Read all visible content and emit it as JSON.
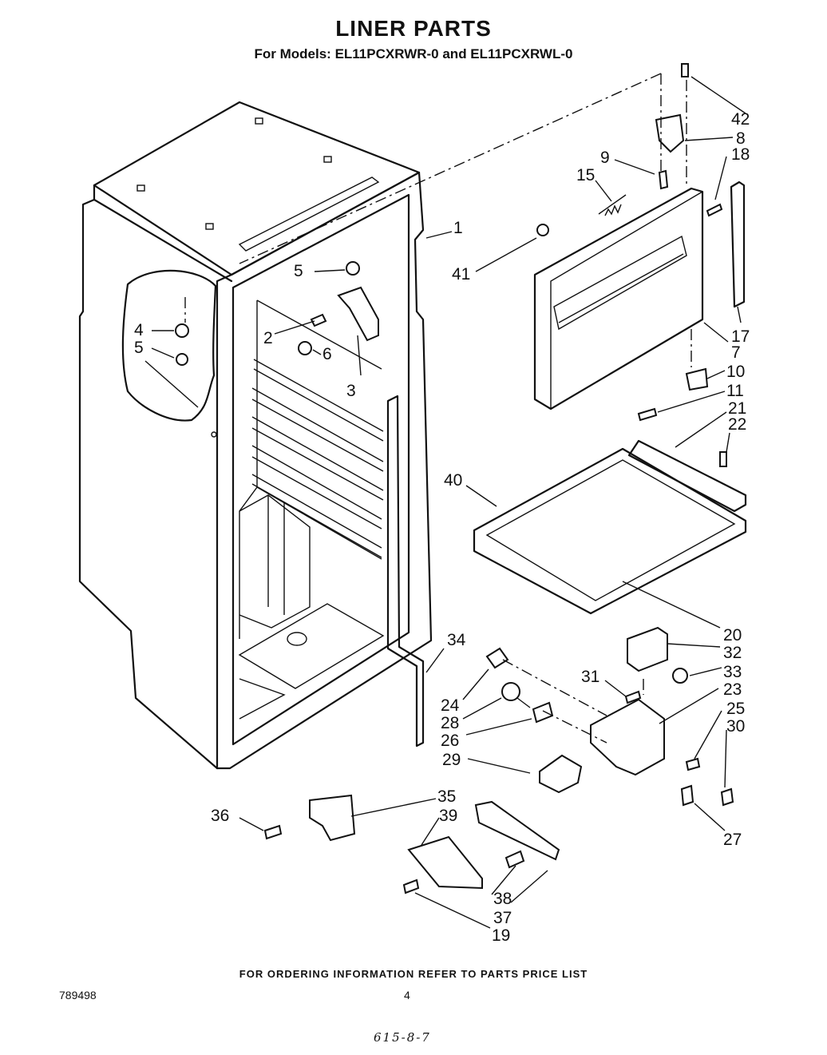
{
  "header": {
    "title": "LINER PARTS",
    "subtitle": "For Models: EL11PCXRWR-0  and EL11PCXRWL-0"
  },
  "callouts": [
    {
      "num": "42",
      "part": "screw-top-hinge"
    },
    {
      "num": "8",
      "part": "top-hinge"
    },
    {
      "num": "18",
      "part": "screw-door-strip"
    },
    {
      "num": "9",
      "part": "screw-hinge"
    },
    {
      "num": "15",
      "part": "spring"
    },
    {
      "num": "1",
      "part": "liner"
    },
    {
      "num": "41",
      "part": "plug-door"
    },
    {
      "num": "5",
      "part": "cap"
    },
    {
      "num": "4",
      "part": "cap-side"
    },
    {
      "num": "5",
      "part": "cap-side-lower"
    },
    {
      "num": "2",
      "part": "screw-bracket"
    },
    {
      "num": "6",
      "part": "plug"
    },
    {
      "num": "3",
      "part": "bracket"
    },
    {
      "num": "17",
      "part": "door-strip"
    },
    {
      "num": "7",
      "part": "freezer-door"
    },
    {
      "num": "10",
      "part": "bottom-hinge"
    },
    {
      "num": "11",
      "part": "screw-bottom-hinge"
    },
    {
      "num": "21",
      "part": "rail"
    },
    {
      "num": "22",
      "part": "screw-rail"
    },
    {
      "num": "40",
      "part": "shelf-front"
    },
    {
      "num": "20",
      "part": "shelf"
    },
    {
      "num": "32",
      "part": "control-box"
    },
    {
      "num": "33",
      "part": "knob"
    },
    {
      "num": "34",
      "part": "breaker-strip"
    },
    {
      "num": "31",
      "part": "screw-control"
    },
    {
      "num": "23",
      "part": "light-housing"
    },
    {
      "num": "24",
      "part": "light-socket"
    },
    {
      "num": "25",
      "part": "screw-housing"
    },
    {
      "num": "28",
      "part": "light-bulb"
    },
    {
      "num": "30",
      "part": "switch"
    },
    {
      "num": "26",
      "part": "switch-actuator"
    },
    {
      "num": "29",
      "part": "light-shield"
    },
    {
      "num": "27",
      "part": "thermostat-clip"
    },
    {
      "num": "35",
      "part": "bracket-lower"
    },
    {
      "num": "36",
      "part": "screw-lower-bracket"
    },
    {
      "num": "39",
      "part": "channel"
    },
    {
      "num": "38",
      "part": "plug-trim"
    },
    {
      "num": "37",
      "part": "trim"
    },
    {
      "num": "19",
      "part": "screw-channel"
    }
  ],
  "footer": {
    "note": "FOR ORDERING INFORMATION REFER TO PARTS PRICE LIST",
    "doc_number": "789498",
    "page_number": "4",
    "handwritten": "615-8-7"
  }
}
